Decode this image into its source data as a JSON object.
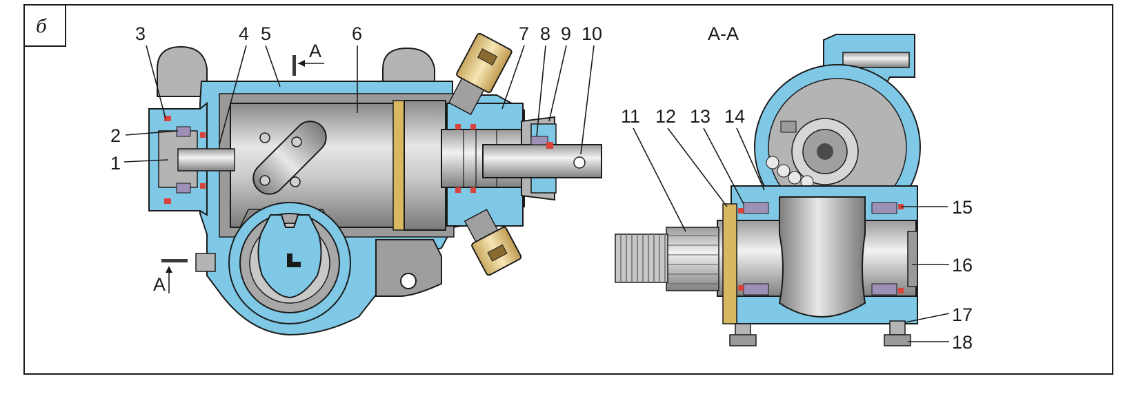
{
  "panel_label": "б",
  "section_title": "А-А",
  "section_marks": {
    "top": "А",
    "bottom": "А"
  },
  "callouts": {
    "c1": "1",
    "c2": "2",
    "c3": "3",
    "c4": "4",
    "c5": "5",
    "c6": "6",
    "c7": "7",
    "c8": "8",
    "c9": "9",
    "c10": "10",
    "c11": "11",
    "c12": "12",
    "c13": "13",
    "c14": "14",
    "c15": "15",
    "c16": "16",
    "c17": "17",
    "c18": "18"
  },
  "colors": {
    "housing_blue": "#7fc8e6",
    "metal_grey": "#b4b4b4",
    "dark_grey": "#6e6e6e",
    "seal_red": "#d8443c",
    "bearing_purple": "#9d8fb5",
    "valve_cream": "#f0dca0",
    "outline": "#1a1a1a"
  }
}
